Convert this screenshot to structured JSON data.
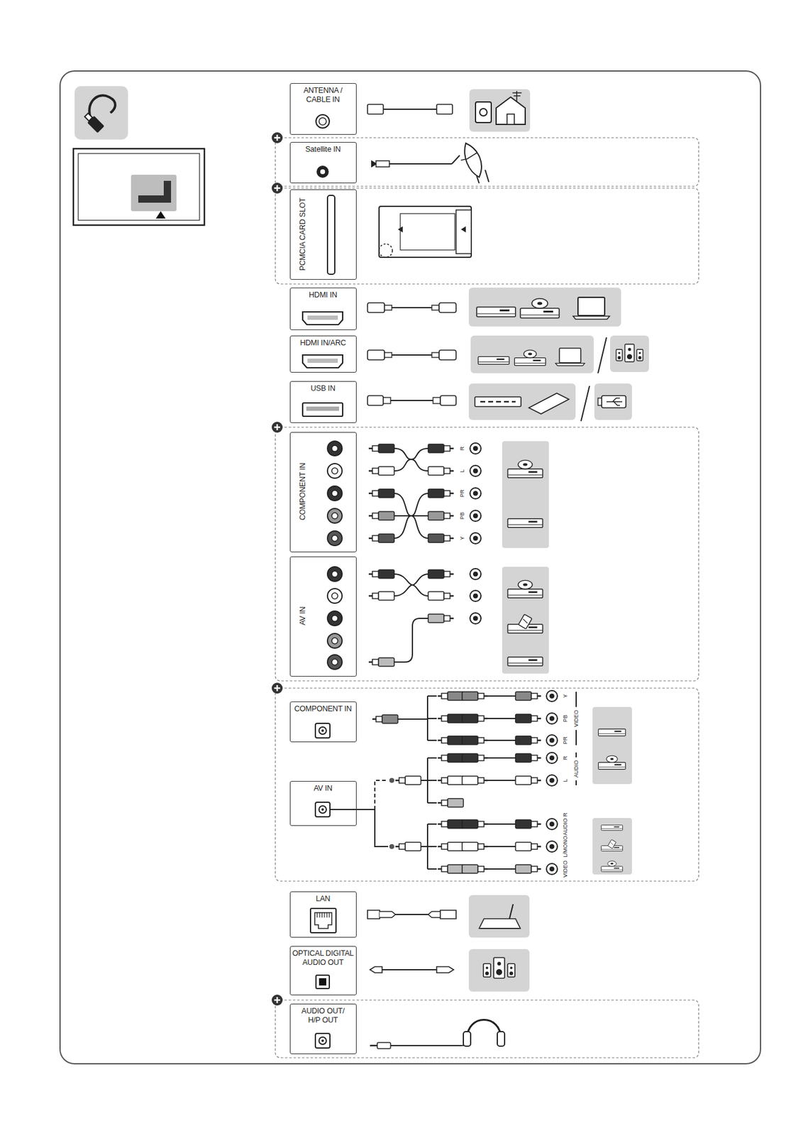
{
  "diagram": {
    "nodes": [
      {
        "text": [
          "ANTENNA / CABLE IN"
        ]
      },
      {
        "text": [
          "Satellite IN"
        ]
      },
      {
        "text": [
          "PCMCIA CARD SLOT"
        ]
      },
      {
        "text": [
          "HDMI IN"
        ]
      },
      {
        "text": [
          "HDMI IN/ARC"
        ]
      },
      {
        "text": [
          "USB IN"
        ]
      },
      {
        "text": [
          "COMPONENT IN"
        ]
      },
      {
        "text": [
          "AV IN"
        ]
      },
      {
        "text": [
          "COMPONENT IN"
        ]
      },
      {
        "text": [
          "AV IN"
        ]
      },
      {
        "text": [
          "LAN"
        ]
      },
      {
        "text": [
          "OPTICAL DIGITAL AUDIO OUT"
        ]
      },
      {
        "text": [
          "AUDIO OUT/ H/P OUT"
        ]
      }
    ],
    "labels": [
      "R",
      "L",
      "PR",
      "PB",
      "Y",
      "Y",
      "PB",
      "PR",
      "VIDEO",
      "R",
      "L",
      "AUDIO",
      "AUDIO R",
      "L/MONO",
      "VIDEO"
    ]
  }
}
